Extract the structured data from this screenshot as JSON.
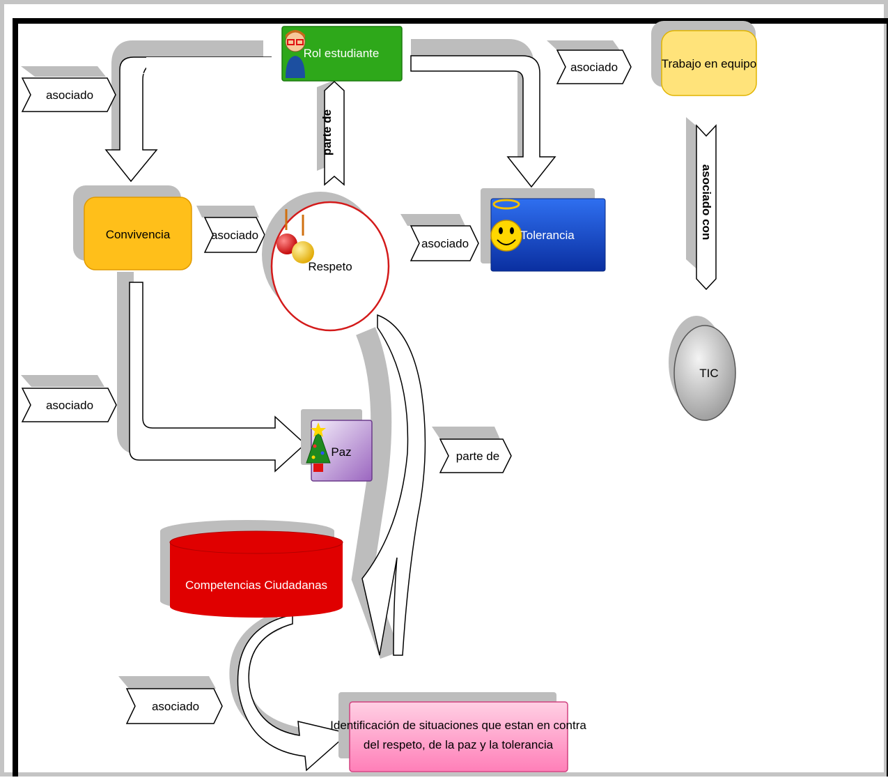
{
  "nodes": {
    "rol": "Rol estudiante",
    "trabajo": "Trabajo en equipo",
    "convivencia": "Convivencia",
    "respeto": "Respeto",
    "tolerancia": "Tolerancia",
    "tic": "TIC",
    "paz": "Paz",
    "competencias": "Competencias Ciudadanas",
    "identificacion_line1": "Identificación de situaciones que estan en contra",
    "identificacion_line2": "del respeto, de la paz y la tolerancia"
  },
  "labels": {
    "asociado": "asociado",
    "parte_de": "parte de",
    "asociado_con": "asociado con"
  },
  "colors": {
    "rol": "#2ea81a",
    "trabajo": "#ffe37a",
    "convivencia": "#ffbf1a",
    "respeto_border": "#d31a1a",
    "tolerancia": "#1347c2",
    "tic": "#c8c8c8",
    "paz": "#a678c4",
    "competencias": "#e00000",
    "identificacion": "#ff8fc0",
    "shadow": "#bdbdbd",
    "frame": "#000000"
  }
}
